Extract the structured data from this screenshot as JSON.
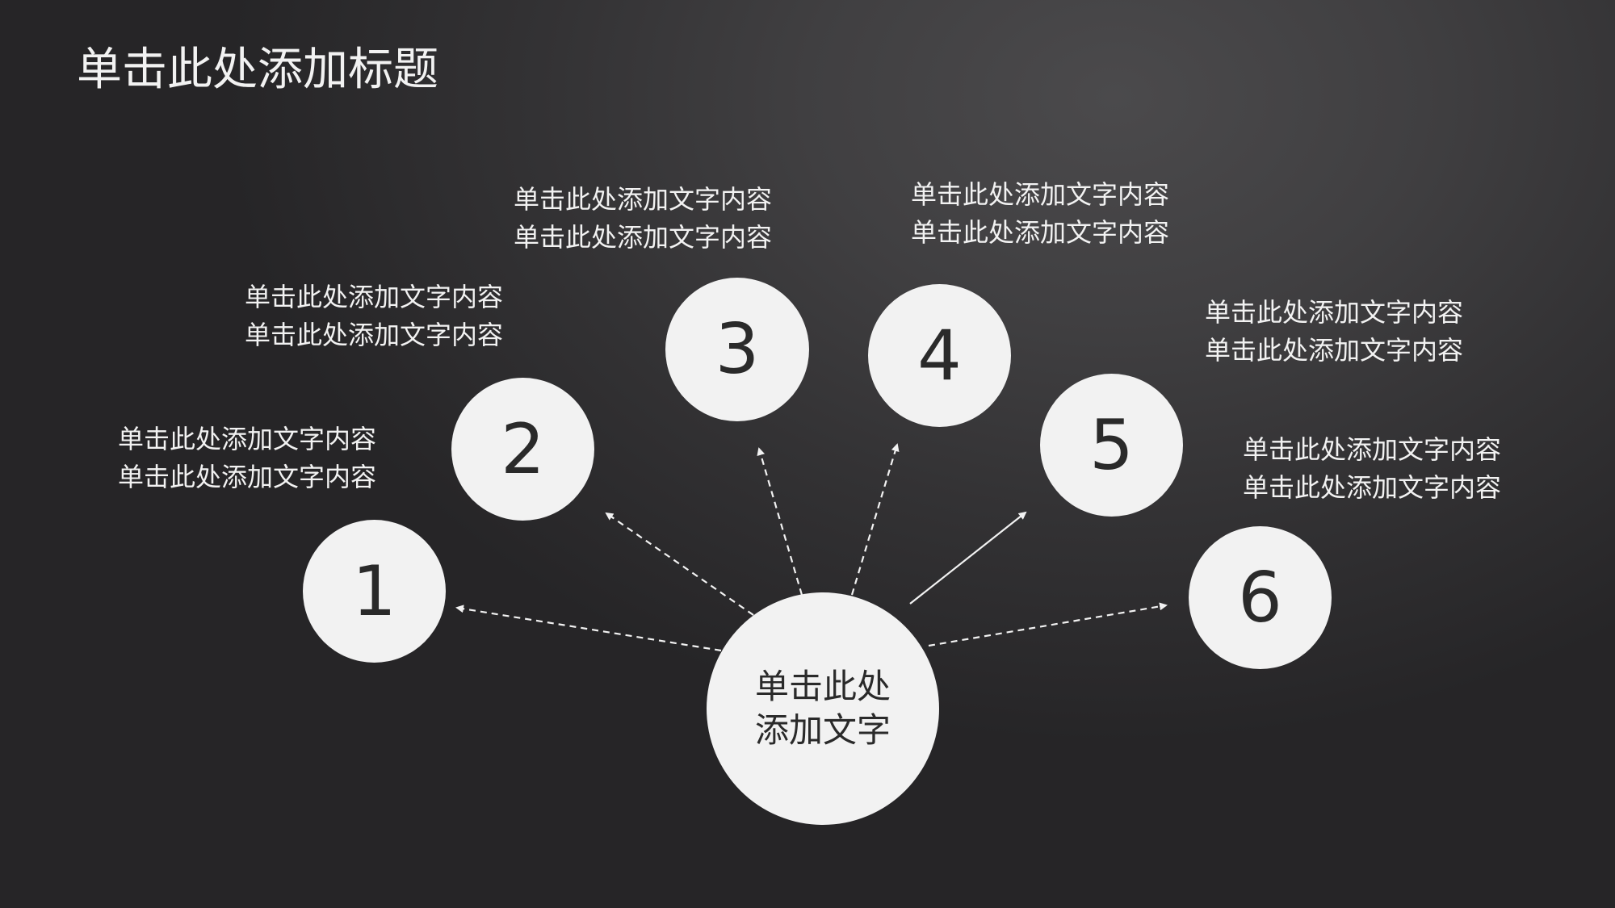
{
  "slide": {
    "title": "单击此处添加标题",
    "center": {
      "line1": "单击此处",
      "line2": "添加文字"
    },
    "nodes": [
      {
        "number": "1",
        "text_line1": "单击此处添加文字内容",
        "text_line2": "单击此处添加文字内容"
      },
      {
        "number": "2",
        "text_line1": "单击此处添加文字内容",
        "text_line2": "单击此处添加文字内容"
      },
      {
        "number": "3",
        "text_line1": "单击此处添加文字内容",
        "text_line2": "单击此处添加文字内容"
      },
      {
        "number": "4",
        "text_line1": "单击此处添加文字内容",
        "text_line2": "单击此处添加文字内容"
      },
      {
        "number": "5",
        "text_line1": "单击此处添加文字内容",
        "text_line2": "单击此处添加文字内容"
      },
      {
        "number": "6",
        "text_line1": "单击此处添加文字内容",
        "text_line2": "单击此处添加文字内容"
      }
    ],
    "colors": {
      "background_light": "#4b4a4c",
      "background_dark": "#262527",
      "circle_fill": "#f2f2f2",
      "circle_text": "#2a2a2a",
      "text": "#f2f2f2",
      "connector": "#f2f2f2"
    }
  }
}
